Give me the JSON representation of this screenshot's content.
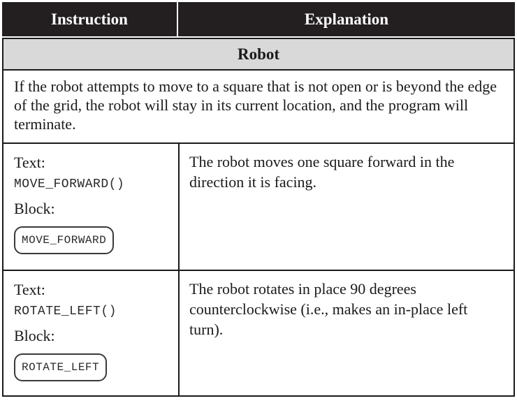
{
  "table": {
    "columns": [
      "Instruction",
      "Explanation"
    ],
    "section_header": "Robot",
    "note": "If the robot attempts to move to a square that is not open or is beyond the edge of the grid, the robot will stay in its current location, and the program will terminate.",
    "labels": {
      "text": "Text:",
      "block": "Block:"
    },
    "rows": [
      {
        "code": "MOVE_FORWARD()",
        "block_code": "MOVE_FORWARD",
        "explanation": "The robot moves one square forward in the direction it is facing."
      },
      {
        "code": "ROTATE_LEFT()",
        "block_code": "ROTATE_LEFT",
        "explanation": "The robot rotates in place 90 degrees counterclockwise (i.e., makes an in-place left turn)."
      }
    ],
    "colors": {
      "header_bg": "#231f20",
      "header_text": "#ffffff",
      "section_bg": "#d9d9d9",
      "border": "#1a1a1a"
    }
  }
}
